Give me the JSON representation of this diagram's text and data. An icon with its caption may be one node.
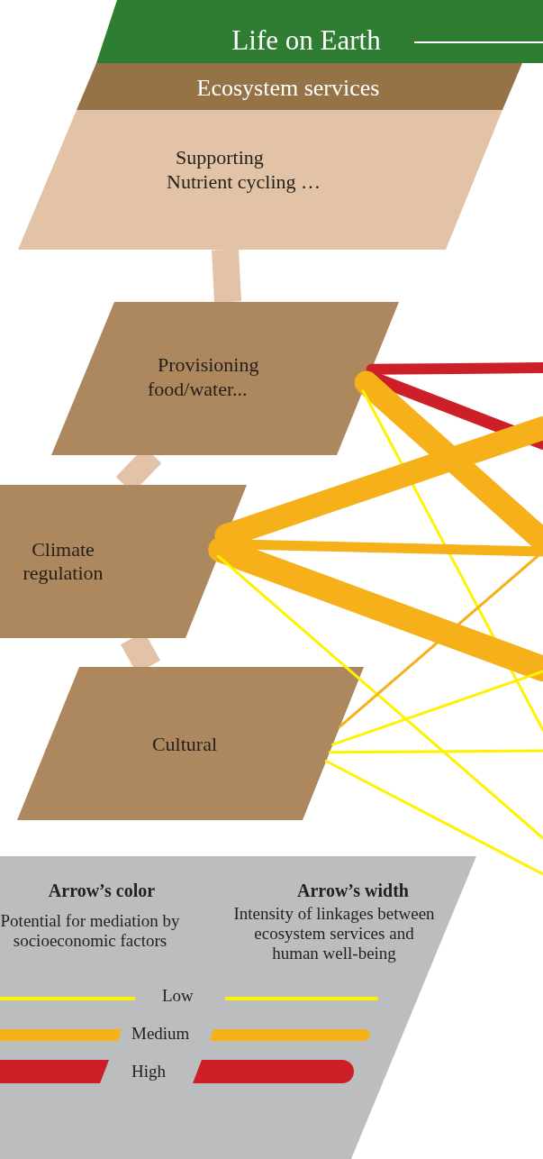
{
  "diagram": {
    "nodes": [
      {
        "text": [
          "Life on Earth"
        ]
      },
      {
        "text": [
          "Ecosystem services"
        ]
      },
      {
        "text": [
          "Supporting",
          "Nutrient cycling …"
        ]
      },
      {
        "text": [
          "Provisioning",
          "food/water..."
        ]
      },
      {
        "text": [
          "Climate regulation"
        ]
      },
      {
        "text": [
          "Cultural"
        ]
      }
    ],
    "edges": [
      {
        "from": 2,
        "to": 3,
        "arrow": "none",
        "style": "thick",
        "color": "#e2c3a7"
      },
      {
        "from": 3,
        "to": 4,
        "arrow": "none",
        "style": "thick",
        "color": "#e2c3a7"
      },
      {
        "from": 4,
        "to": 5,
        "arrow": "none",
        "style": "thick",
        "color": "#e2c3a7"
      },
      {
        "from": 3,
        "to": null,
        "arrow": "none",
        "color": "#cc1f27"
      },
      {
        "from": 3,
        "to": null,
        "arrow": "none",
        "color": "#cc1f27"
      },
      {
        "from": 3,
        "to": null,
        "arrow": "none",
        "style": "thick",
        "color": "#f6b019"
      },
      {
        "from": 3,
        "to": null,
        "arrow": "none",
        "color": "#fff200"
      },
      {
        "from": 4,
        "to": null,
        "arrow": "none",
        "style": "thick",
        "color": "#f6b019"
      },
      {
        "from": 4,
        "to": null,
        "arrow": "none",
        "color": "#f6b019"
      },
      {
        "from": 4,
        "to": null,
        "arrow": "none",
        "style": "thick",
        "color": "#f6b019"
      },
      {
        "from": 4,
        "to": null,
        "arrow": "none",
        "color": "#fff200"
      },
      {
        "from": 5,
        "to": null,
        "arrow": "none",
        "color": "#f6b019"
      },
      {
        "from": 5,
        "to": null,
        "arrow": "none",
        "color": "#fff200"
      },
      {
        "from": 5,
        "to": null,
        "arrow": "none",
        "color": "#fff200"
      },
      {
        "from": 5,
        "to": null,
        "arrow": "none",
        "color": "#fff200"
      }
    ],
    "labels": [
      "Arrow’s color",
      "Potential for mediation by socioeconomic factors",
      "Arrow’s width",
      "Intensity of linkages between ecosystem services and human well-being"
    ],
    "legend": [
      {
        "text": "Low",
        "color": "#fff200"
      },
      {
        "text": "Medium",
        "color": "#f6b019"
      },
      {
        "text": "High",
        "color": "#cc1f27"
      }
    ]
  }
}
